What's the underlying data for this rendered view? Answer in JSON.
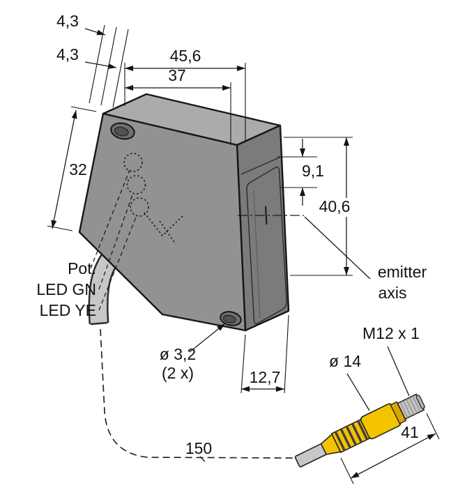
{
  "drawing": {
    "dims": {
      "hole_offset_top": "4,3",
      "hole_offset_side": "4,3",
      "width_total": "45,6",
      "width_front": "37",
      "height_left": "32",
      "lens_offset": "9,1",
      "height_side": "40,6",
      "depth": "12,7",
      "hole_dia_line1": "ø 3,2",
      "hole_dia_line2": "(2 x)",
      "cable_length": "150",
      "connector_length": "41",
      "connector_thread": "M12 x 1",
      "connector_dia": "ø 14"
    },
    "labels": {
      "emitter_axis_line1": "emitter",
      "emitter_axis_line2": "axis",
      "pot": "Pot.",
      "led_green": "LED GN",
      "led_yellow": "LED YE"
    },
    "colors": {
      "background": "#ffffff",
      "line": "#141414",
      "body_top": "#ababab",
      "body_front": "#929292",
      "body_side": "#7b7b7b",
      "lens": "#9d9d9d",
      "hole_outer": "#6f6f6f",
      "hole_inner": "#525252",
      "cable": "#c7c7c7",
      "connector_yellow": "#f3c300",
      "connector_collar": "#d8a700",
      "connector_tip": "#c4c4c4"
    }
  }
}
